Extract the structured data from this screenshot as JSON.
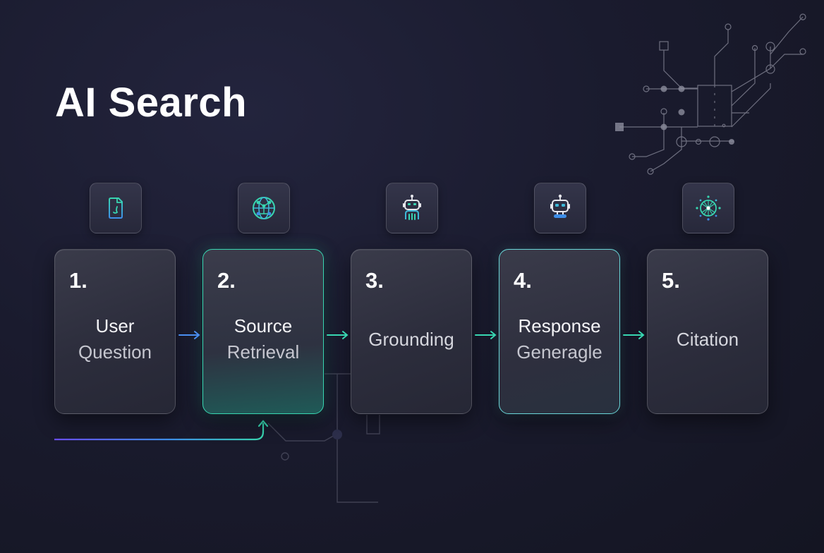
{
  "title": "AI Search",
  "steps": [
    {
      "number": "1.",
      "label_line1": "User",
      "label_line2": "Question",
      "icon": "document-icon"
    },
    {
      "number": "2.",
      "label_line1": "Source",
      "label_line2": "Retrieval",
      "icon": "globe-network-icon"
    },
    {
      "number": "3.",
      "label": "Grounding",
      "icon": "robot-icon"
    },
    {
      "number": "4.",
      "label_line1": "Response",
      "label_line2": "Generagle",
      "icon": "robot-head-icon"
    },
    {
      "number": "5.",
      "label": "Citation",
      "icon": "network-node-icon"
    }
  ],
  "colors": {
    "background": "#1a1b2e",
    "accent_blue": "#4a8ef0",
    "accent_teal": "#38d6b1",
    "accent_purple": "#6a4ef0"
  }
}
